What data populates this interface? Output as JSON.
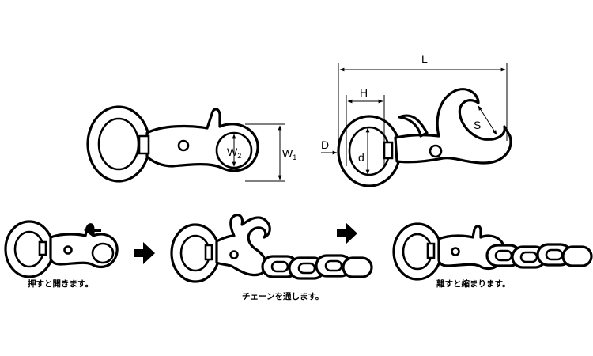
{
  "labels": {
    "w2_main": "W",
    "w2_sub": "2",
    "w1_main": "W",
    "w1_sub": "1",
    "L": "L",
    "H": "H",
    "D": "D",
    "d": "d",
    "S": "S"
  },
  "captions": {
    "step1": "押すと開きます。",
    "step2": "チェーンを通します。",
    "step3": "離すと縮まります。"
  },
  "icons": {
    "press_arrow": "left-arrow-icon",
    "step_arrow": "right-arrow-icon"
  }
}
